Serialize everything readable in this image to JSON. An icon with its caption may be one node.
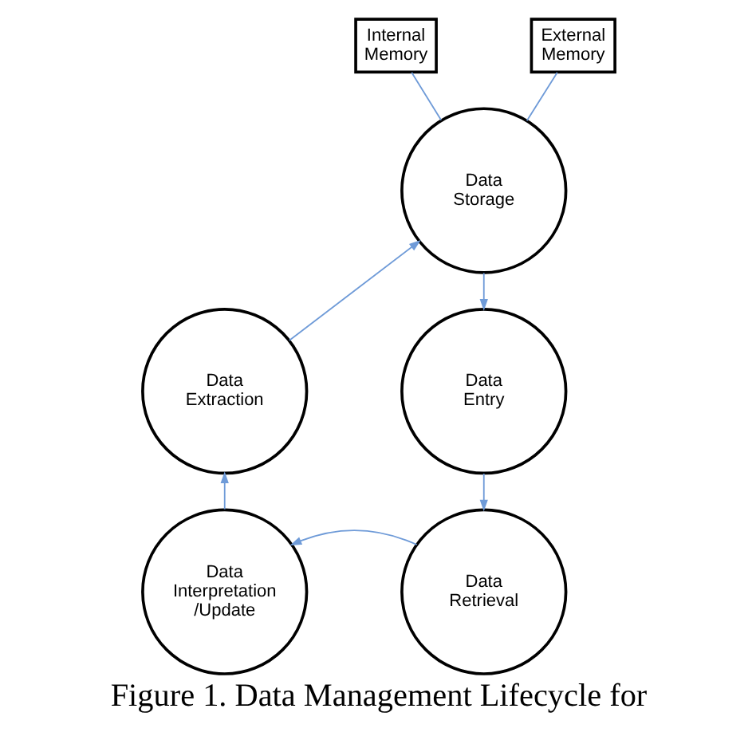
{
  "diagram": {
    "caption": "Figure 1. Data Management Lifecycle for",
    "nodes": [
      {
        "text": [
          "Internal Memory"
        ]
      },
      {
        "text": [
          "External Memory"
        ]
      },
      {
        "text": [
          "Data Storage"
        ]
      },
      {
        "text": [
          "Data Extraction"
        ]
      },
      {
        "text": [
          "Data Entry"
        ]
      },
      {
        "text": [
          "Data Interpretation /Update"
        ]
      },
      {
        "text": [
          "Data Retrieval"
        ]
      }
    ],
    "edges": [
      {
        "from": 0,
        "to": 2,
        "arrow": "none"
      },
      {
        "from": 1,
        "to": 2,
        "arrow": "none"
      },
      {
        "from": 2,
        "to": 4,
        "arrow": "to"
      },
      {
        "from": 4,
        "to": 6,
        "arrow": "to"
      },
      {
        "from": 6,
        "to": 5,
        "arrow": "to"
      },
      {
        "from": 5,
        "to": 3,
        "arrow": "to"
      },
      {
        "from": 3,
        "to": 2,
        "arrow": "to"
      }
    ]
  }
}
